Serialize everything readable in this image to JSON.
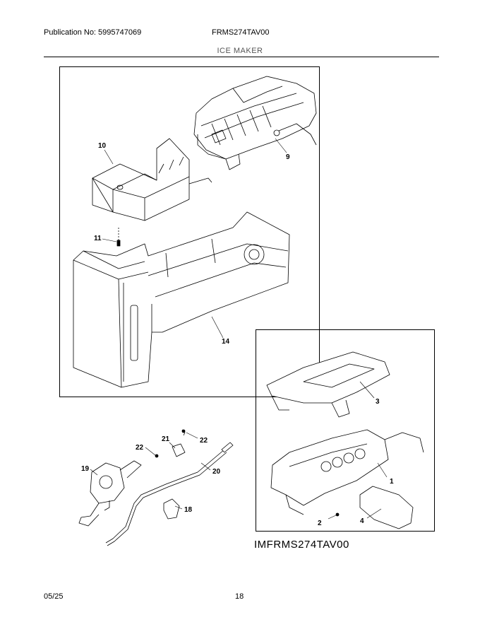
{
  "header": {
    "publication": "Publication No: 5995747069",
    "model": "FRMS274TAV00",
    "section": "ICE MAKER"
  },
  "callouts": {
    "c1": "1",
    "c2": "2",
    "c3": "3",
    "c4": "4",
    "c9": "9",
    "c10": "10",
    "c11": "11",
    "c14": "14",
    "c18": "18",
    "c19": "19",
    "c20": "20",
    "c21": "21",
    "c22a": "22",
    "c22b": "22"
  },
  "figure_id": "IMFRMS274TAV00",
  "footer": {
    "date": "05/25",
    "page": "18"
  }
}
